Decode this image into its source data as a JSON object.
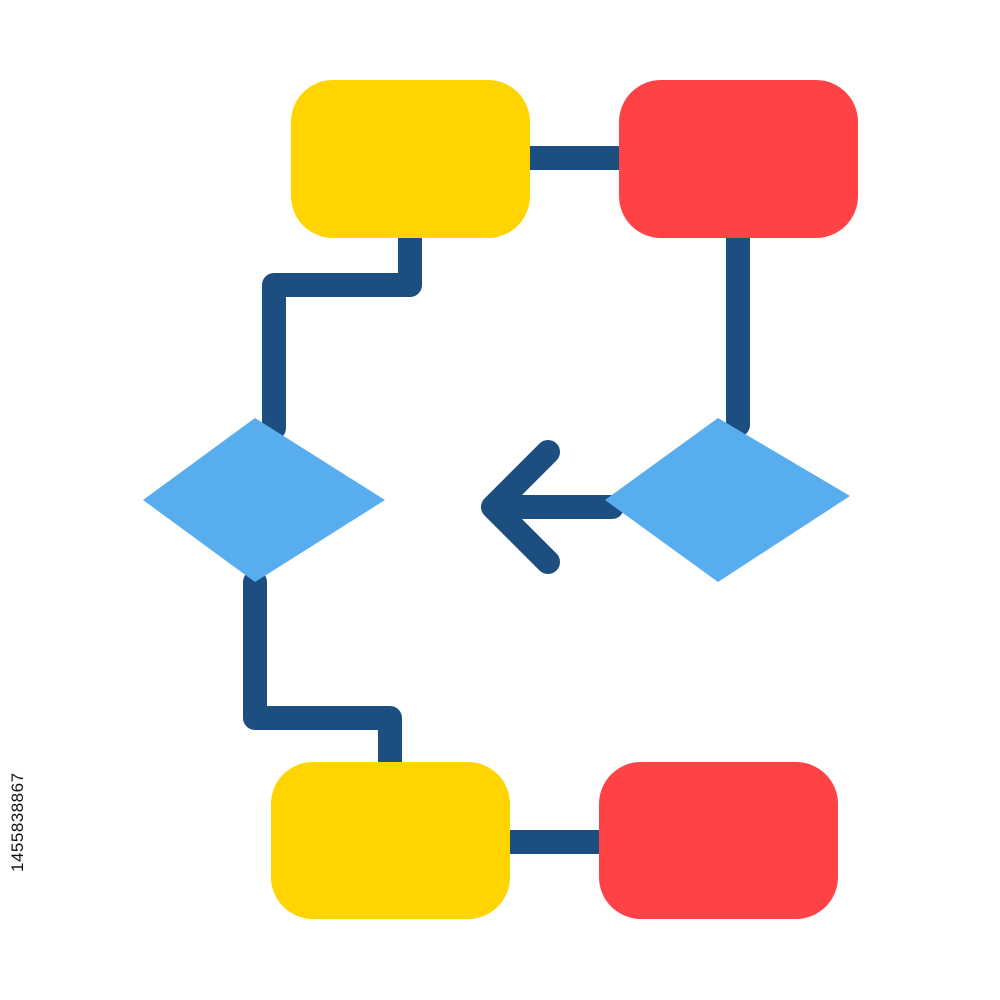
{
  "colors": {
    "background": "#ffffff",
    "connector": "#1c4e80",
    "process_yellow": "#ffd400",
    "process_red": "#ff4245",
    "decision_blue": "#57adee"
  },
  "icon": "flowchart-icon",
  "nodes": [
    {
      "kind": "process",
      "color": "yellow"
    },
    {
      "kind": "process",
      "color": "red"
    },
    {
      "kind": "decision",
      "color": "blue"
    },
    {
      "kind": "decision",
      "color": "blue"
    },
    {
      "kind": "process",
      "color": "yellow"
    },
    {
      "kind": "process",
      "color": "red"
    }
  ],
  "stock_id": "1455838867"
}
